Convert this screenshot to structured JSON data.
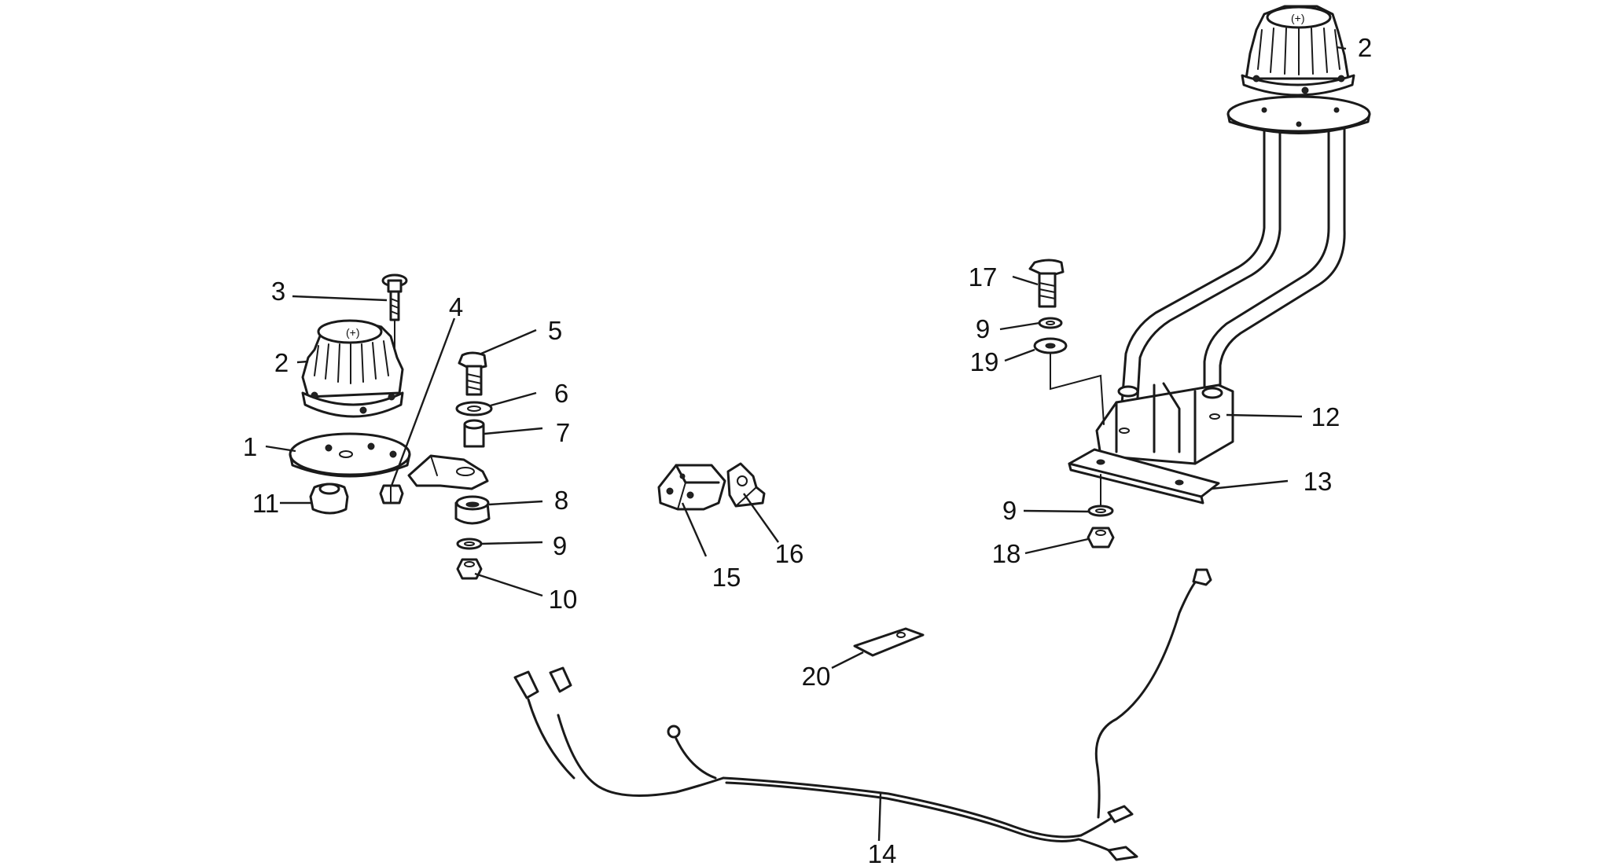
{
  "diagram": {
    "callouts": [
      {
        "id": "c1",
        "label": "1"
      },
      {
        "id": "c2a",
        "label": "2"
      },
      {
        "id": "c2b",
        "label": "2"
      },
      {
        "id": "c3",
        "label": "3"
      },
      {
        "id": "c4",
        "label": "4"
      },
      {
        "id": "c5",
        "label": "5"
      },
      {
        "id": "c6",
        "label": "6"
      },
      {
        "id": "c7",
        "label": "7"
      },
      {
        "id": "c8",
        "label": "8"
      },
      {
        "id": "c9a",
        "label": "9"
      },
      {
        "id": "c9b",
        "label": "9"
      },
      {
        "id": "c9c",
        "label": "9"
      },
      {
        "id": "c10",
        "label": "10"
      },
      {
        "id": "c11",
        "label": "11"
      },
      {
        "id": "c12",
        "label": "12"
      },
      {
        "id": "c13",
        "label": "13"
      },
      {
        "id": "c14",
        "label": "14"
      },
      {
        "id": "c15",
        "label": "15"
      },
      {
        "id": "c16",
        "label": "16"
      },
      {
        "id": "c17",
        "label": "17"
      },
      {
        "id": "c18",
        "label": "18"
      },
      {
        "id": "c19",
        "label": "19"
      },
      {
        "id": "c20",
        "label": "20"
      }
    ]
  }
}
